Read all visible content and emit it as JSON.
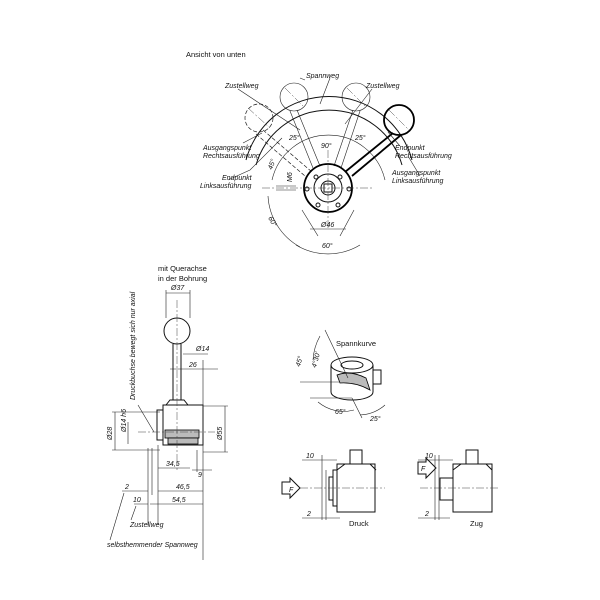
{
  "top_view": {
    "title": "Ansicht von unten",
    "labels": {
      "zustellweg_left": "Zustellweg",
      "spannweg": "Spannweg",
      "zustellweg_right": "Zustellweg",
      "ausgangspunkt_rechts_1": "Ausgangspunkt",
      "ausgangspunkt_rechts_2": "Rechtsausführung",
      "endpunkt_links_1": "Endpunkt",
      "endpunkt_links_2": "Linksausführung",
      "endpunkt_rechts_1": "Endpunkt",
      "endpunkt_rechts_2": "Rechtsausführung",
      "ausgangspunkt_links_1": "Ausgangspunkt",
      "ausgangspunkt_links_2": "Linksausführung"
    },
    "dims": {
      "a25_left": "25°",
      "a90": "90°",
      "a25_right": "25°",
      "a45": "45°",
      "m6": "M6",
      "a60_left": "60°",
      "d46": "Ø46",
      "a60_bottom": "60°"
    }
  },
  "side_view": {
    "caption_1": "mit Querachse",
    "caption_2": "in der Bohrung",
    "vertical_note": "Druckbuchse bewegt sich nur axial",
    "dims": {
      "d37": "Ø37",
      "d14": "Ø14",
      "l26": "26",
      "d28": "Ø28",
      "d14h6": "Ø14 h6",
      "d55": "Ø55",
      "l34_5": "34,5",
      "l9": "9",
      "l46_5": "46,5",
      "l54_5": "54,5",
      "l2": "2",
      "l10": "10"
    },
    "zustellweg": "Zustellweg",
    "spannweg": "selbsthemmender Spannweg"
  },
  "spannkurve": {
    "title": "Spannkurve",
    "dims": {
      "a45": "45°",
      "a4_30": "4°30'",
      "a65": "65°",
      "a25": "25°"
    }
  },
  "druck": {
    "label": "Druck",
    "force": "F",
    "d10": "10",
    "d2": "2"
  },
  "zug": {
    "label": "Zug",
    "force": "F",
    "d10": "10",
    "d2": "2"
  }
}
